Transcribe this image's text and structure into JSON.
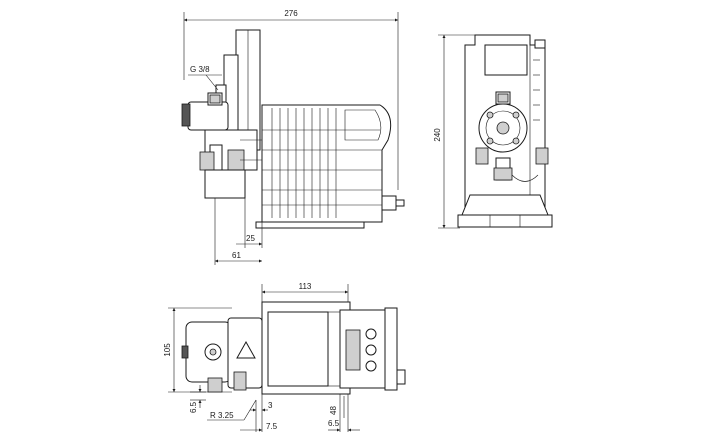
{
  "drawing": {
    "side_view": {
      "overall_width": "276",
      "thread": "G 3/8",
      "dim_a": "25",
      "dim_b": "61"
    },
    "front_view": {
      "height": "240"
    },
    "top_view": {
      "width": "113",
      "depth": "105",
      "offset_a": "6.5",
      "radius": "R 3.25",
      "offset_b": "3",
      "offset_c": "7.5",
      "offset_d": "48",
      "offset_e": "6.5"
    }
  }
}
